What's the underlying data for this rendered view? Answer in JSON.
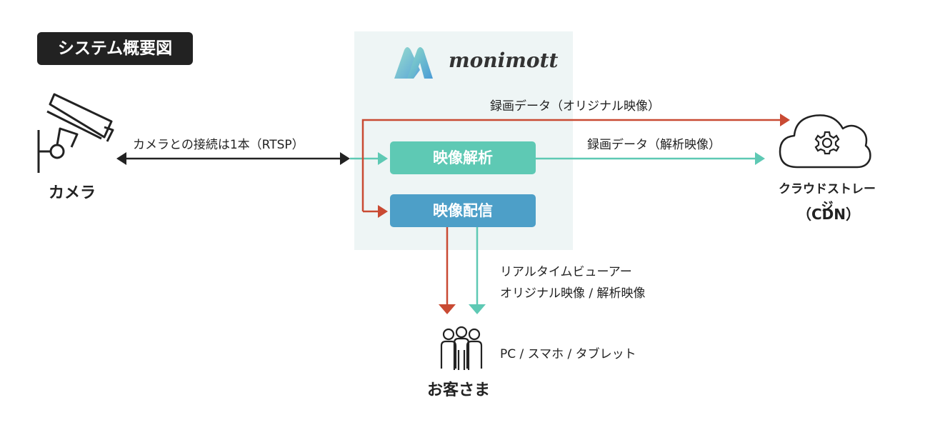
{
  "title": "システム概要図",
  "brand": {
    "name": "monimott",
    "colors": {
      "logo_light": "#8fdcc8",
      "logo_dark": "#4a9bd6"
    }
  },
  "camera": {
    "label": "カメラ",
    "connection_label": "カメラとの接続は1本（RTSP）",
    "icon": "security-camera-icon"
  },
  "system": {
    "analysis_label": "映像解析",
    "delivery_label": "映像配信",
    "panel_color": "#eef5f5"
  },
  "storage": {
    "label_line1": "クラウドストレージ",
    "label_line2": "（CDN）",
    "icon": "cloud-gear-icon"
  },
  "flows": {
    "record_original": "録画データ（オリジナル映像）",
    "record_analysis": "録画データ（解析映像）",
    "viewer_line1": "リアルタイムビューアー",
    "viewer_line2": "オリジナル映像 / 解析映像"
  },
  "customers": {
    "label": "お客さま",
    "devices": "PC / スマホ / タブレット",
    "icon": "people-group-icon"
  },
  "colors": {
    "analysis": "#5ec9b4",
    "delivery": "#4d9fc8",
    "red_arrow": "#c94a33",
    "teal_arrow": "#5ec9b4",
    "black_arrow": "#222222"
  }
}
